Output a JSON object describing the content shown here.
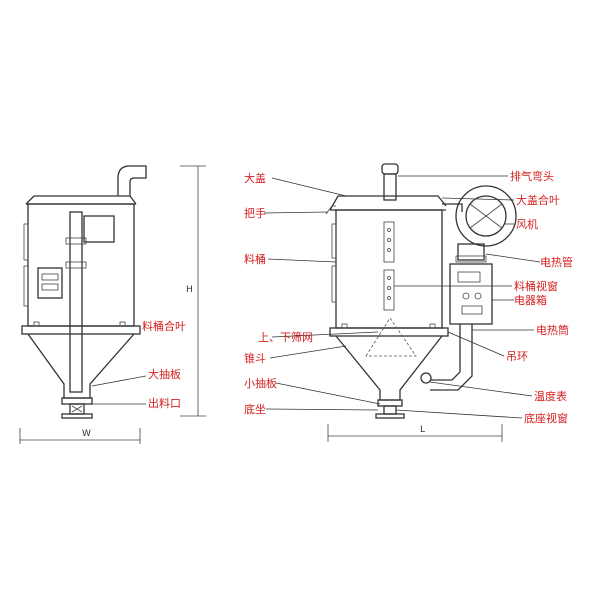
{
  "labels": {
    "left_hopper_seam": "料桶合叶",
    "left_big_drawer": "大抽板",
    "left_outlet": "出料口",
    "big_lid": "大盖",
    "handle": "把手",
    "barrel": "料桶",
    "sieve": "上、下筛网",
    "cone": "锥斗",
    "small_drawer": "小抽板",
    "base": "底坐",
    "exhaust_elbow": "排气弯头",
    "lid_hinge": "大盖合叶",
    "fan": "风机",
    "heater_tube": "电热管",
    "barrel_window": "料桶视窗",
    "electric_box": "电器箱",
    "heater_cylinder": "电热筒",
    "lifting_ring": "吊环",
    "thermometer": "温度表",
    "base_window": "底座视窗"
  },
  "dimensions": {
    "height": "H",
    "width": "W",
    "length": "L"
  }
}
